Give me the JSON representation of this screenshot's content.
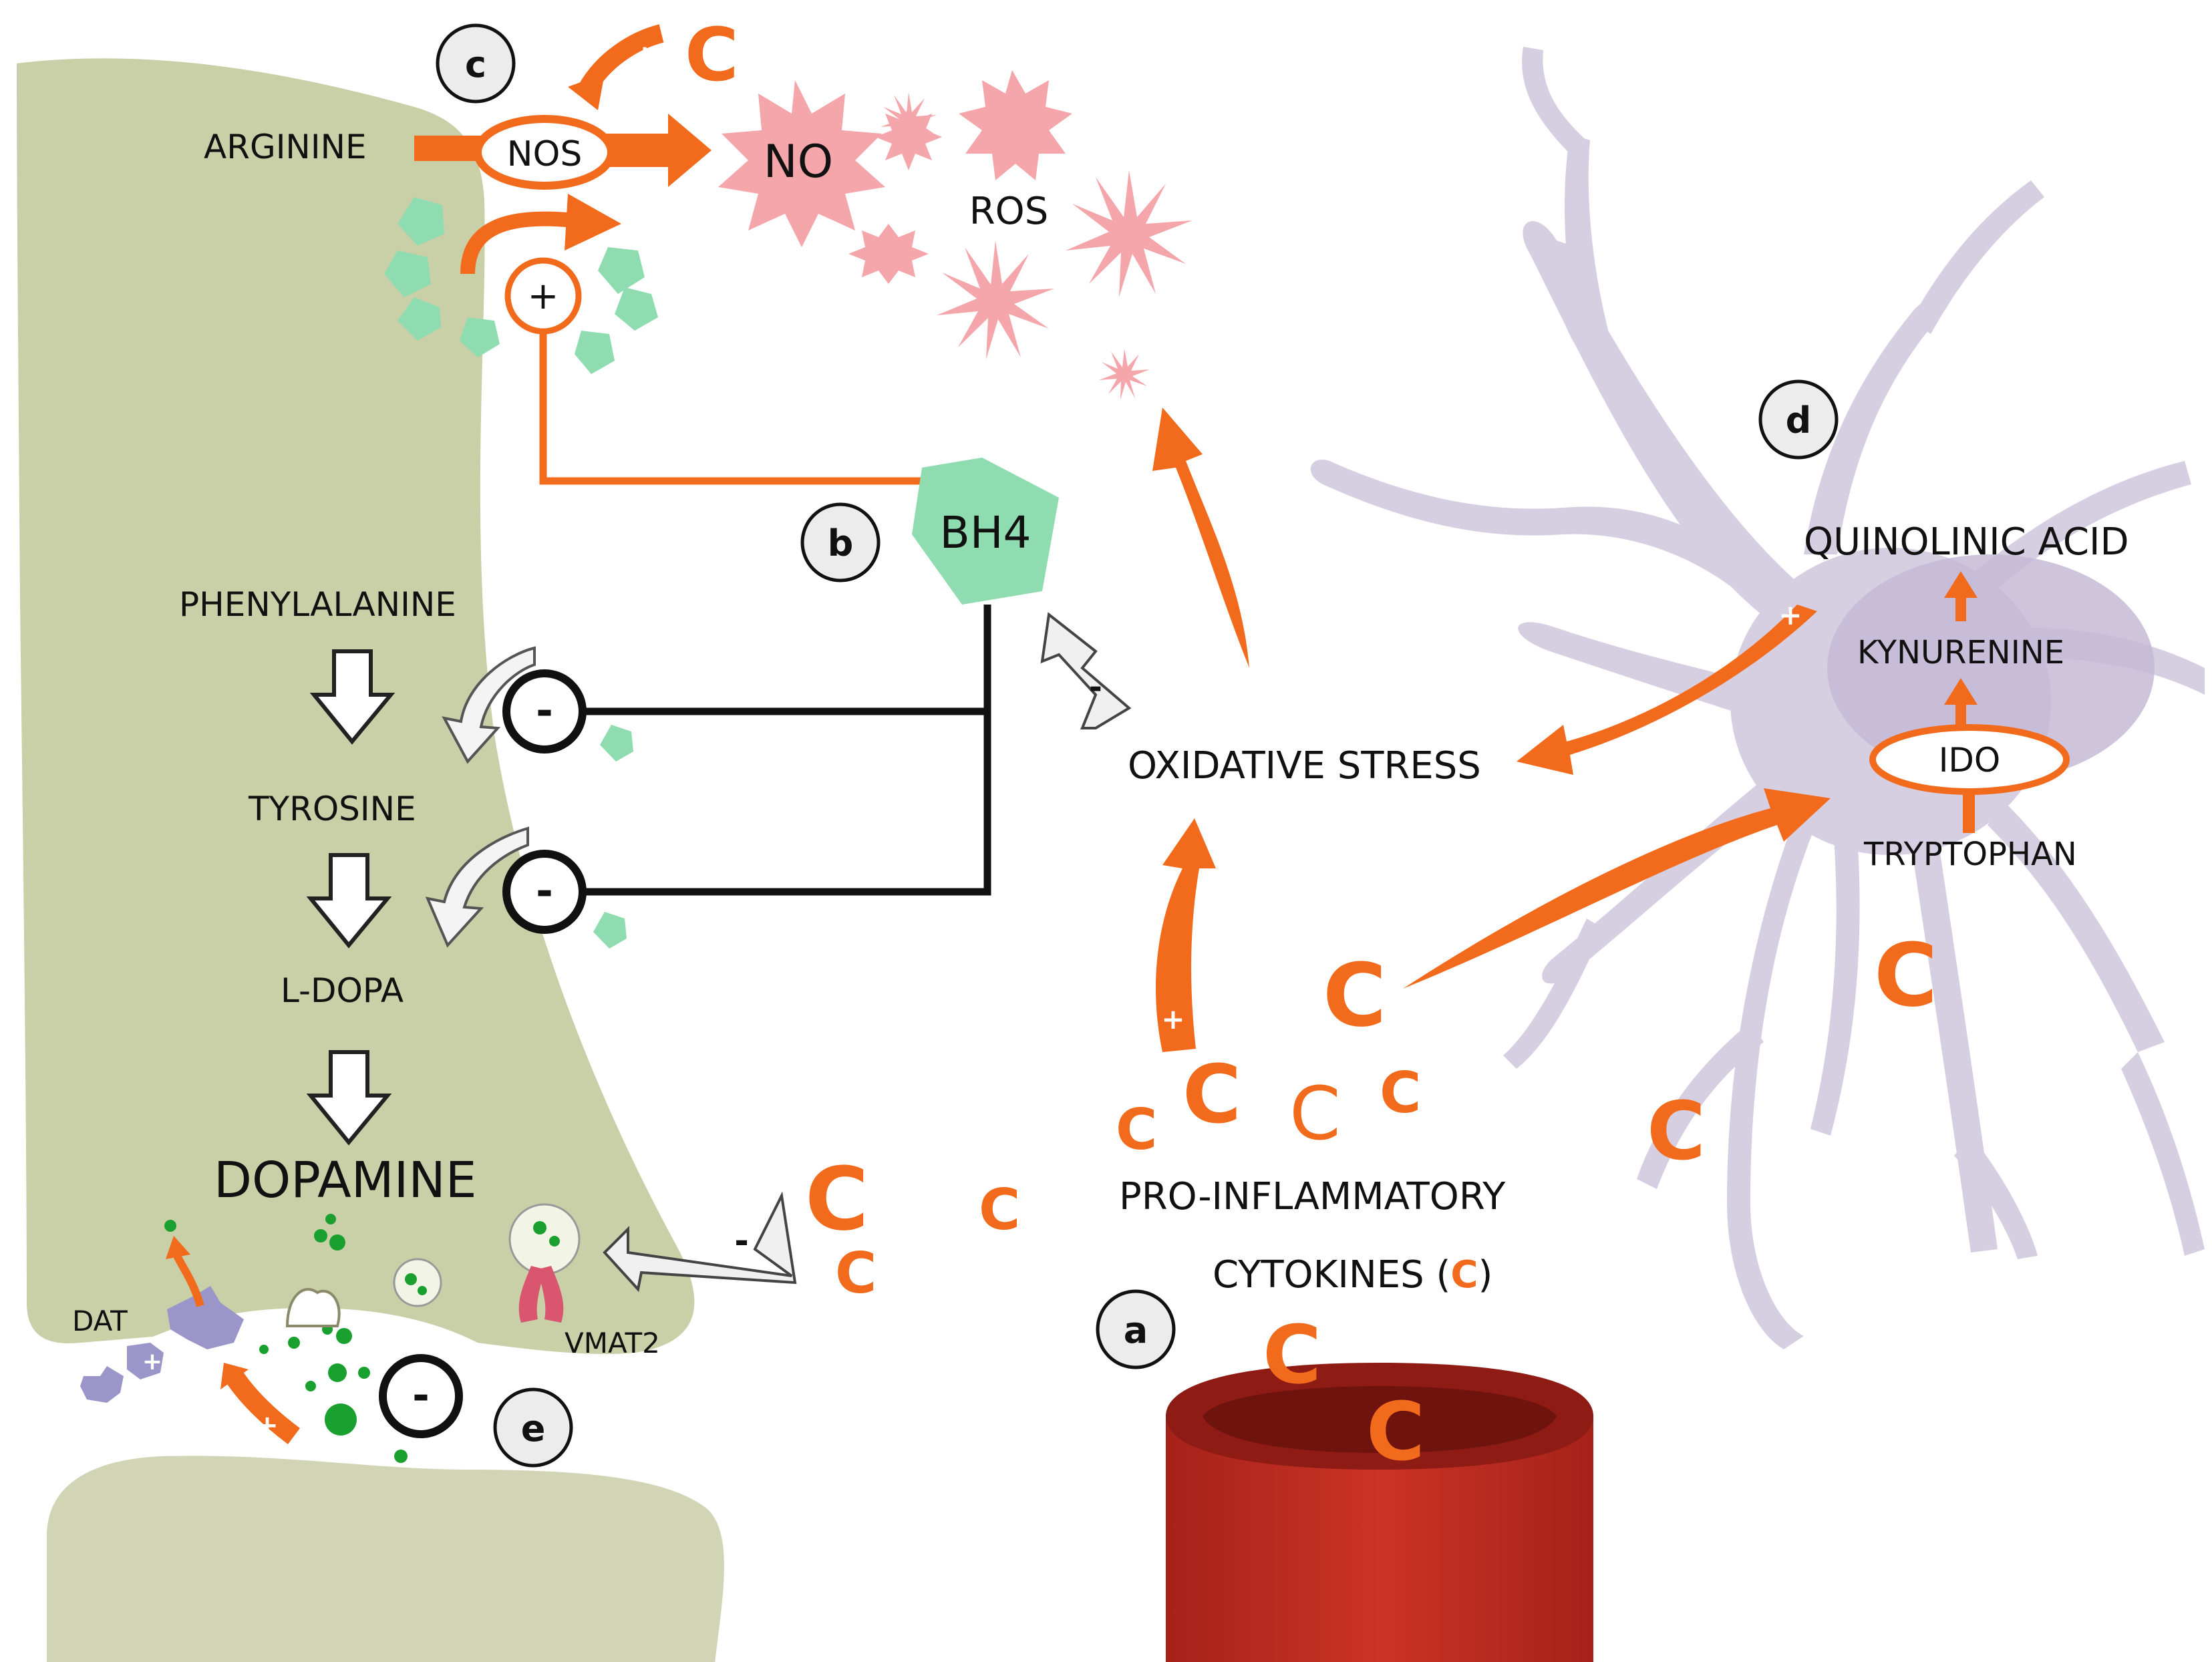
{
  "labels": {
    "arginine": "ARGININE",
    "nos": "NOS",
    "no": "NO",
    "ros": "ROS",
    "bh4": "BH4",
    "phenylalanine": "PHENYLALANINE",
    "tyrosine": "TYROSINE",
    "ldopa": "L-DOPA",
    "dopamine": "DOPAMINE",
    "dat": "DAT",
    "vmat2": "VMAT2",
    "oxidative_stress": "OXIDATIVE STRESS",
    "pro_inflammatory": "PRO-INFLAMMATORY",
    "cytokines": "CYTOKINES (",
    "cytokines_c": "C",
    "cytokines_close": ")",
    "quinolinic_acid": "QUINOLINIC ACID",
    "kynurenine": "KYNURENINE",
    "ido": "IDO",
    "tryptophan": "TRYPTOPHAN"
  },
  "panel_markers": {
    "a": "a",
    "b": "b",
    "c": "c",
    "d": "d",
    "e": "e"
  },
  "signs": {
    "plus": "+",
    "minus": "-"
  },
  "cytokine_symbol": "C",
  "colors": {
    "neuron": "#c9cfa6",
    "microglia": "#d6cfe1",
    "cytokine": "#f26b1d",
    "bh4": "#8fdcb0",
    "ros": "#f4a6aa",
    "vessel": "#b3271e",
    "vesicle_dot": "#1aa02e",
    "transporter": "#9a96c9"
  }
}
